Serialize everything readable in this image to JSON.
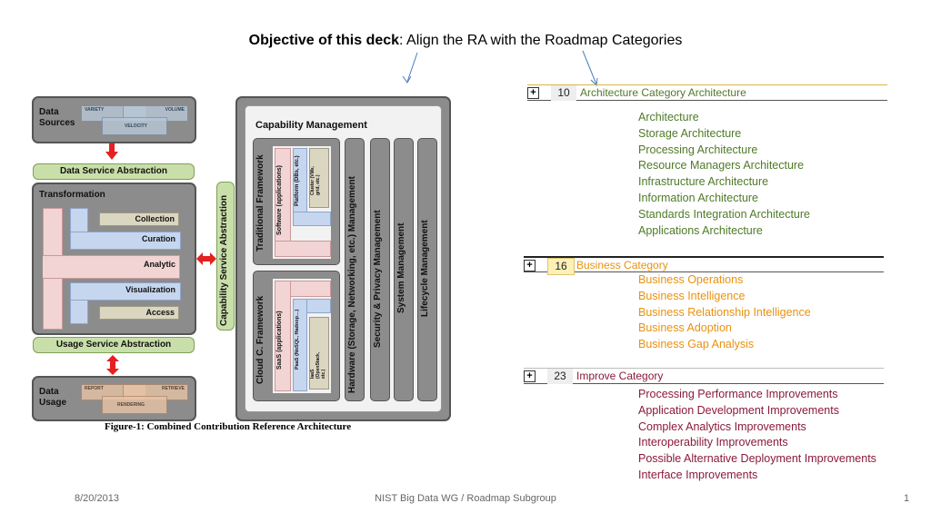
{
  "title": {
    "bold": "Objective of this deck",
    "rest": ":  Align the RA with the Roadmap Categories"
  },
  "figure": {
    "data_sources": "Data Sources",
    "sources_variety": "VARIETY",
    "sources_volume": "VOLUME",
    "sources_velocity": "VELOCITY",
    "data_service_abstraction": "Data Service Abstraction",
    "transformation": "Transformation",
    "collection": "Collection",
    "curation": "Curation",
    "analytic": "Analytic",
    "visualization": "Visualization",
    "access": "Access",
    "usage_service_abstraction": "Usage Service Abstraction",
    "data_usage": "Data Usage",
    "usage_report": "REPORT",
    "usage_retrieve": "RETRIEVE",
    "usage_rendering": "RENDERING",
    "capability_service_abstraction": "Capability Service Abstraction",
    "capability_management": "Capability Management",
    "traditional_framework": "Traditional Framework",
    "software_apps": "Software (applications)",
    "platform_dbs": "Platform (DBs, etc.)",
    "cluster": "Cluster (VMs, grid, etc.)",
    "cloud_framework": "Cloud C. Framework",
    "saas": "SaaS (applications)",
    "paas": "PaaS (NoSQL, Hadoop…)",
    "iaas": "IaaS (OpenStack, etc.)",
    "hardware_mgmt": "Hardware (Storage, Networking, etc.) Management",
    "security_mgmt": "Security & Privacy Management",
    "system_mgmt": "System Management",
    "lifecycle_mgmt": "Lifecycle Management",
    "caption": "Figure-1: Combined Contribution Reference Architecture"
  },
  "categories": [
    {
      "number": "10",
      "name": "Architecture Category Architecture",
      "color": "#4f7a28",
      "items": [
        "Architecture",
        "Storage Architecture",
        "Processing Architecture",
        "Resource Managers Architecture",
        "Infrastructure Architecture",
        "Information Architecture",
        "Standards Integration Architecture",
        "Applications Architecture"
      ]
    },
    {
      "number": "16",
      "name": "Business Category",
      "color": "#e8920f",
      "items": [
        "Business Operations",
        "Business Intelligence",
        "Business Relationship Intelligence",
        "Business Adoption",
        "Business Gap Analysis"
      ]
    },
    {
      "number": "23",
      "name": "Improve Category",
      "color": "#8b1a3a",
      "items": [
        "Processing Performance Improvements",
        "Application Development Improvements",
        "Complex Analytics Improvements",
        "Interoperability Improvements",
        "Possible Alternative Deployment Improvements",
        "Interface Improvements"
      ]
    }
  ],
  "footer": {
    "date": "8/20/2013",
    "center": "NIST Big Data WG / Roadmap Subgroup",
    "page": "1"
  }
}
